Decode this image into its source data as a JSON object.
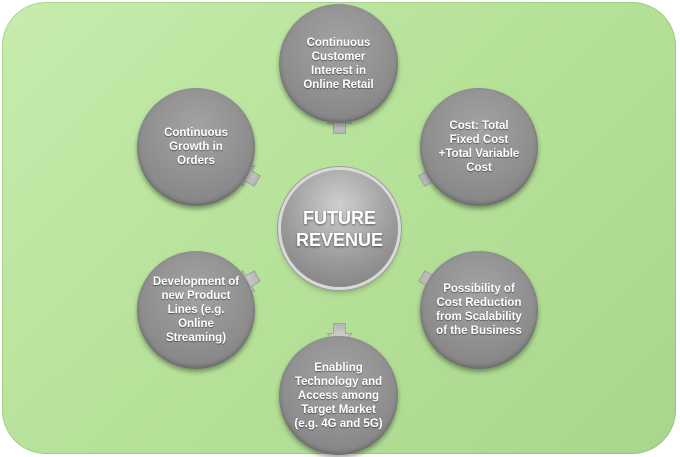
{
  "center": {
    "label": "FUTURE REVENUE"
  },
  "nodes": [
    {
      "id": "top",
      "label": "Continuous Customer Interest in Online Retail"
    },
    {
      "id": "top-right",
      "label": "Cost: Total Fixed Cost +Total Variable Cost"
    },
    {
      "id": "bottom-right",
      "label": "Possibility of Cost Reduction from Scalability of the Business"
    },
    {
      "id": "bottom",
      "label": "Enabling Technology and Access among Target Market (e.g. 4G and 5G)"
    },
    {
      "id": "bottom-left",
      "label": "Development of new Product Lines (e.g. Online Streaming)"
    },
    {
      "id": "top-left",
      "label": "Continuous Growth in Orders"
    }
  ],
  "colors": {
    "background": "#b7e29a",
    "node": "#8f8f8f",
    "arrow": "#c9c9c9",
    "text": "#ffffff"
  }
}
